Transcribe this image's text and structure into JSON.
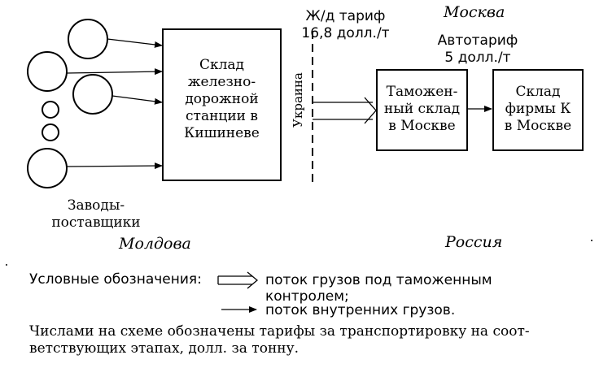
{
  "factories_label": [
    "Заводы-",
    "поставщики"
  ],
  "warehouse_chisinau": [
    "Склад",
    "железно-",
    "дорожной",
    "станции в",
    "Кишиневе"
  ],
  "border_label": "Украина",
  "rail_tariff": [
    "Ж/д тариф",
    "16,8 долл./т"
  ],
  "moscow_label": "Москва",
  "auto_tariff": [
    "Автотариф",
    "5 долл./т"
  ],
  "customs_warehouse": [
    "Таможен-",
    "ный склад",
    "в Москве"
  ],
  "firm_warehouse": [
    "Склад",
    "фирмы К",
    "в Москве"
  ],
  "moldova_label": "Молдова",
  "russia_label": "Россия",
  "legend": {
    "title": "Условные обозначения:",
    "customs_flow": [
      "поток грузов под таможенным",
      "контролем;"
    ],
    "internal_flow": "поток внутренних грузов."
  },
  "note": [
    "Числами на схеме обозначены тарифы за транспортировку на соот-",
    "ветствующих этапах, долл. за тонну."
  ]
}
